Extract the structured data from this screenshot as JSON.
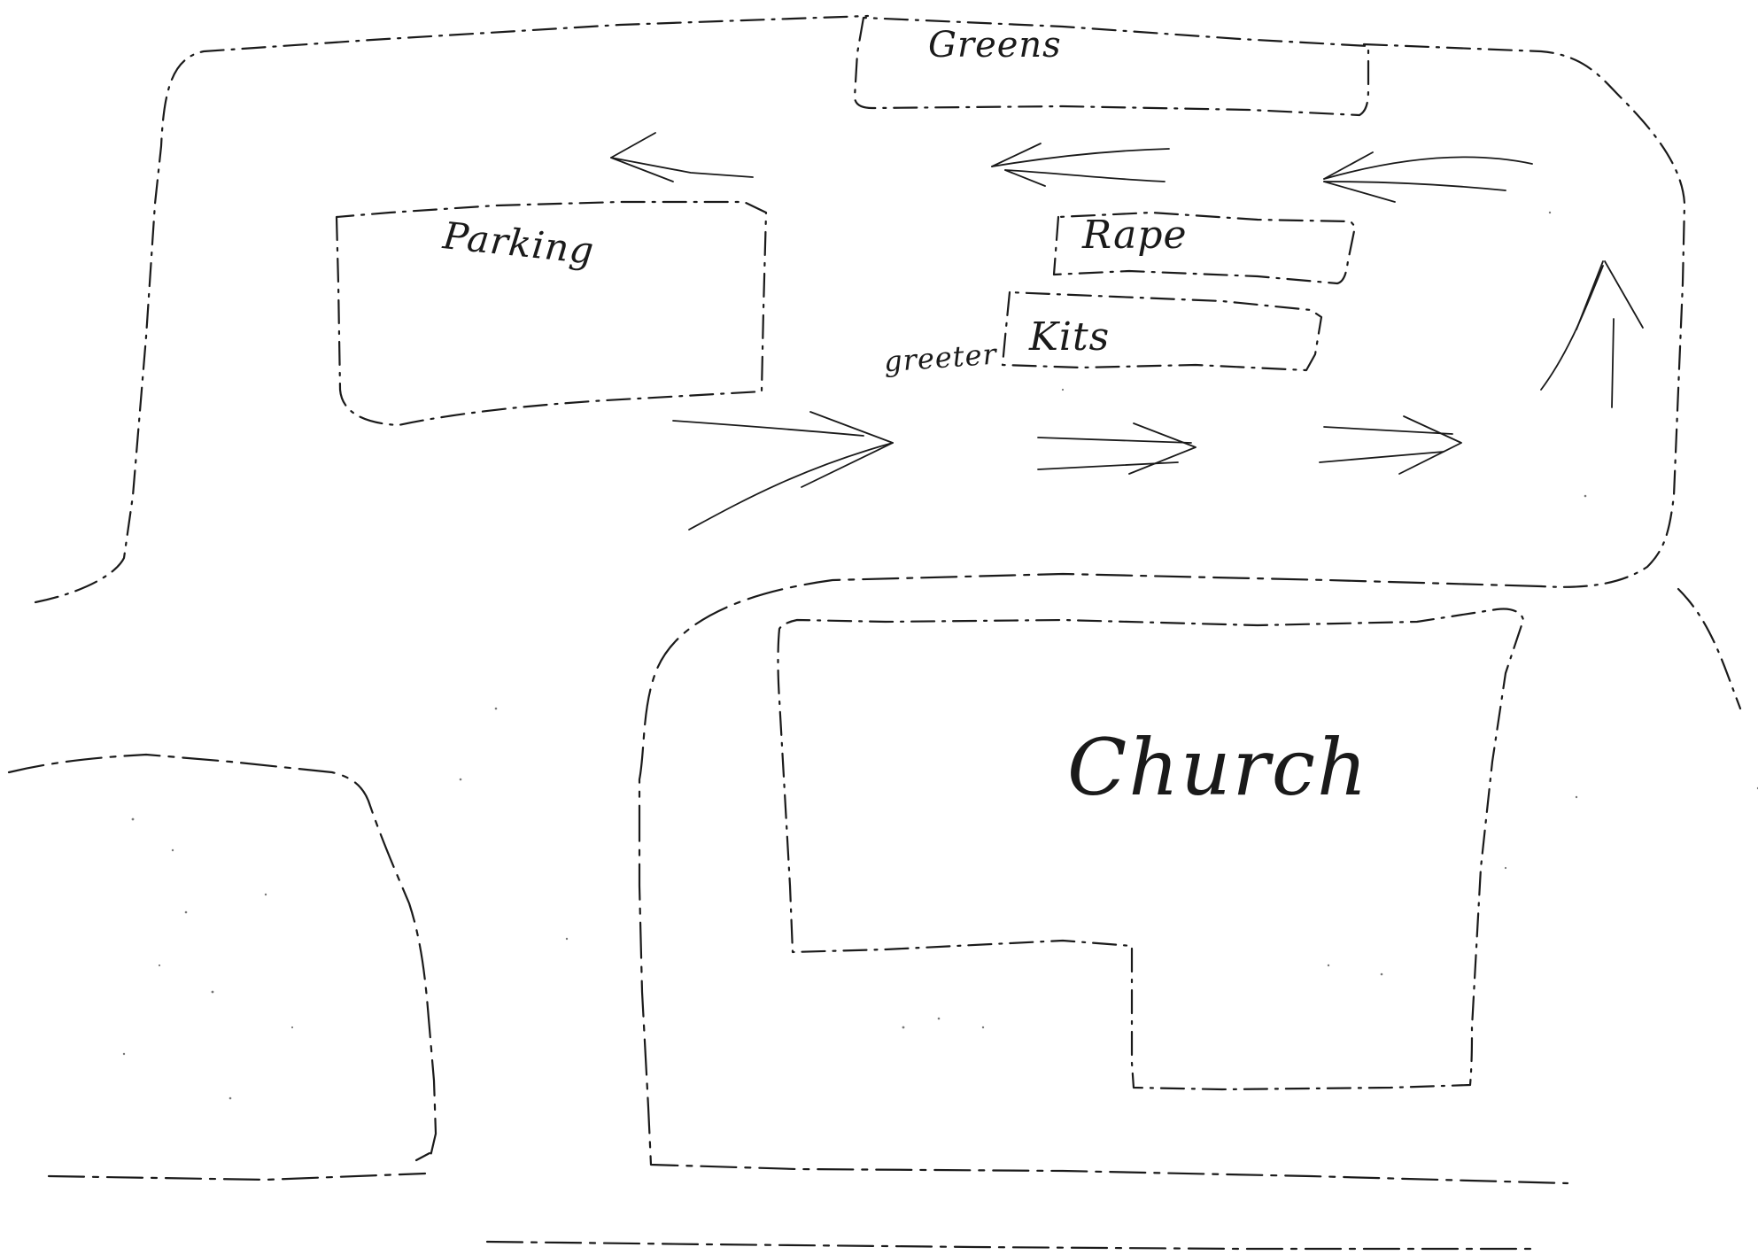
{
  "labels": {
    "greens": "Greens",
    "parking": "Parking",
    "rape": "Rape",
    "kits": "Kits",
    "greeter": "greeter",
    "church": "Church"
  }
}
